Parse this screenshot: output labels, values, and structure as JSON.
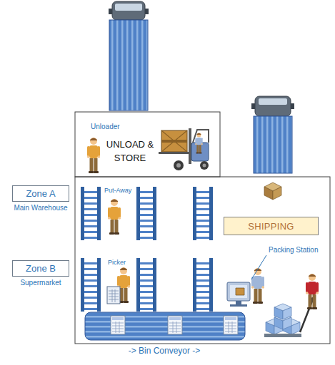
{
  "diagram": {
    "nodes": [
      {
        "text": [
          "Zone A",
          "Main Warehouse"
        ]
      },
      {
        "text": [
          "Zone B",
          "Supermarket"
        ]
      },
      {
        "text": [
          "SHIPPING"
        ]
      }
    ],
    "labels": [
      "Unloader",
      "UNLOAD & STORE",
      "Put-Away",
      "Picker",
      "Packing Station",
      "-> Bin Conveyor ->"
    ]
  }
}
